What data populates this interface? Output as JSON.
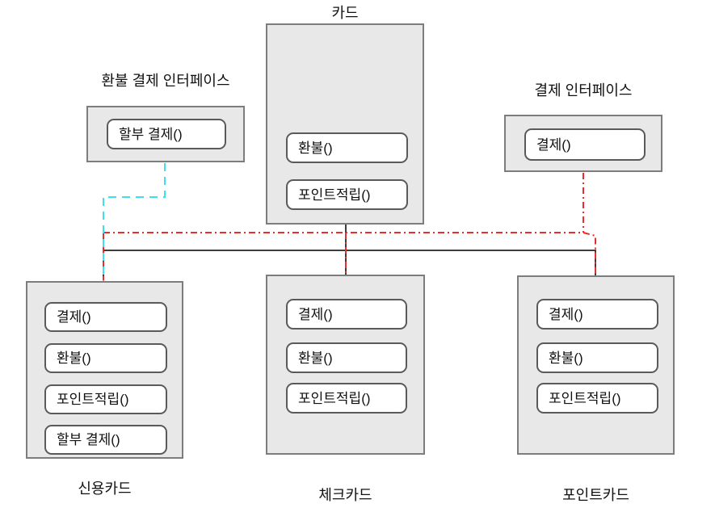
{
  "diagram": {
    "card": {
      "title": "카드",
      "methods": [
        "환불()",
        "포인트적립()"
      ]
    },
    "refund_payment_interface": {
      "title": "환불 결제 인터페이스",
      "methods": [
        "할부 결제()"
      ]
    },
    "payment_interface": {
      "title": "결제 인터페이스",
      "methods": [
        "결제()"
      ]
    },
    "credit_card": {
      "title": "신용카드",
      "methods": [
        "결제()",
        "환불()",
        "포인트적립()",
        "할부 결제()"
      ]
    },
    "check_card": {
      "title": "체크카드",
      "methods": [
        "결제()",
        "환불()",
        "포인트적립()"
      ]
    },
    "point_card": {
      "title": "포인트카드",
      "methods": [
        "결제()",
        "환불()",
        "포인트적립()"
      ]
    },
    "colors": {
      "inheritance_line": "#3d3d3d",
      "refund_interface_link": "#3ddff2",
      "payment_interface_link": "#e62e2e",
      "box_fill": "#e8e8e8",
      "box_border": "#7d7d7d"
    }
  }
}
